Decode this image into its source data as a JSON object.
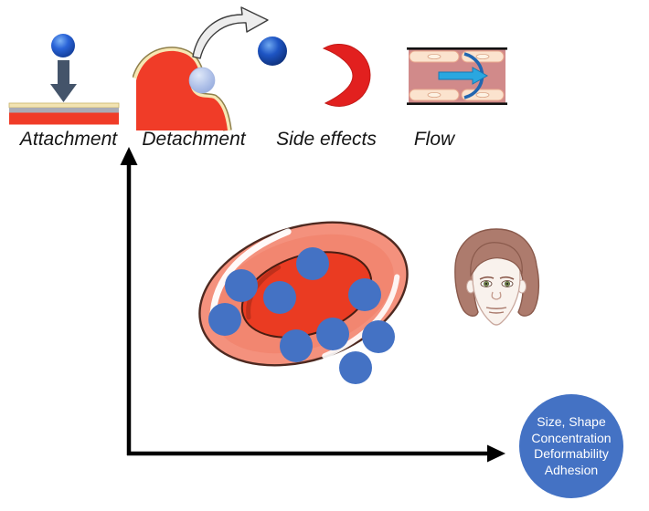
{
  "figure": {
    "background": "#FFFFFF",
    "legend": {
      "items": [
        {
          "label": "Attachment",
          "icon": "nanoparticle-attachment-icon"
        },
        {
          "label": "Detachment",
          "icon": "nanoparticle-detachment-icon"
        },
        {
          "label": "Side effects",
          "icon": "red-crescent-icon"
        },
        {
          "label": "Flow",
          "icon": "blood-vessel-flow-icon"
        }
      ]
    },
    "main": {
      "subject": "red blood cell carrying nanoparticles",
      "nanoparticle_count": 9
    },
    "factors_bubble": {
      "lines": [
        "Size, Shape",
        "Concentration",
        "Deformability",
        "Adhesion"
      ]
    },
    "colors": {
      "nanoparticle_blue": "#4472C4",
      "bubble_blue": "#4472C4",
      "bubble_text": "#FFFFFF",
      "rbc_rim_salmon": "#F4917D",
      "rbc_core_red": "#EA3B22",
      "crescent_red": "#E2201F",
      "vessel_pink": "#D18A8A",
      "vessel_cell_cream": "#FBE3CE",
      "membrane_cream": "#F6E7B4",
      "surface_red": "#F03C28",
      "attachment_arrow_slate": "#44546A",
      "flow_arrow_cyan": "#2AA7E0",
      "velocity_profile_blue": "#2166B0",
      "axis_black": "#000000",
      "hair_brown": "#AD7B6D",
      "skin_light": "#F9F2ED"
    }
  }
}
